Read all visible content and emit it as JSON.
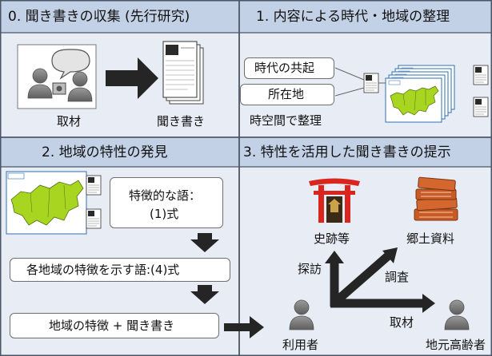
{
  "panels": {
    "p0": {
      "title": "0. 聞き書きの収集 (先行研究)",
      "label_interview": "取材",
      "label_kikigaki": "聞き書き"
    },
    "p1": {
      "title": "1. 内容による時代・地域の整理",
      "box_era": "時代の共起",
      "box_location": "所在地",
      "label_spacetime": "時空間で整理"
    },
    "p2": {
      "title": "2. 地域の特性の発見",
      "box_char_line1": "特徴的な語：",
      "box_char_line2": "(1)式",
      "box_region_words": "各地域の特徴を示す語:(4)式",
      "box_region_plus": "地域の特徴 + 聞き書き"
    },
    "p3": {
      "title": "3. 特性を活用した聞き書きの提示",
      "label_historic": "史跡等",
      "label_local_docs": "郷土資料",
      "label_visit": "探訪",
      "label_research": "調査",
      "label_interview": "取材",
      "label_user": "利用者",
      "label_elder": "地元高齢者"
    }
  },
  "colors": {
    "header": "#c3d1e6",
    "panel": "#e8edf5",
    "divider": "#4a5566",
    "map_green": "#a8d620",
    "arrow": "#252525",
    "torii": "#d9251d",
    "books": "#cc5b2a",
    "person": "#8a8a8a"
  }
}
